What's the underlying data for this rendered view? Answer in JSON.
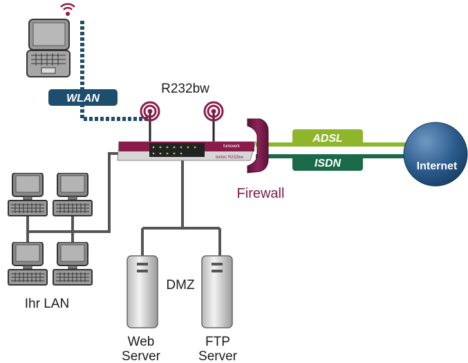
{
  "router": {
    "name": "R232bw",
    "brand": "funkwerk",
    "model": "bintec R232bw"
  },
  "wlan_label": "WLAN",
  "adsl_label": "ADSL",
  "isdn_label": "ISDN",
  "internet_label": "Internet",
  "firewall_label": "Firewall",
  "dmz_label": "DMZ",
  "lan_label": "Ihr LAN",
  "web_server": {
    "line1": "Web",
    "line2": "Server"
  },
  "ftp_server": {
    "line1": "FTP",
    "line2": "Server"
  },
  "colors": {
    "wlan": "#1e4e6e",
    "adsl": "#8fb52c",
    "isdn": "#1a6a4a",
    "firewall": "#7a1a4a",
    "router_accent": "#8a1c4c",
    "internet": "#2a5a8a",
    "cable": "#555555"
  }
}
